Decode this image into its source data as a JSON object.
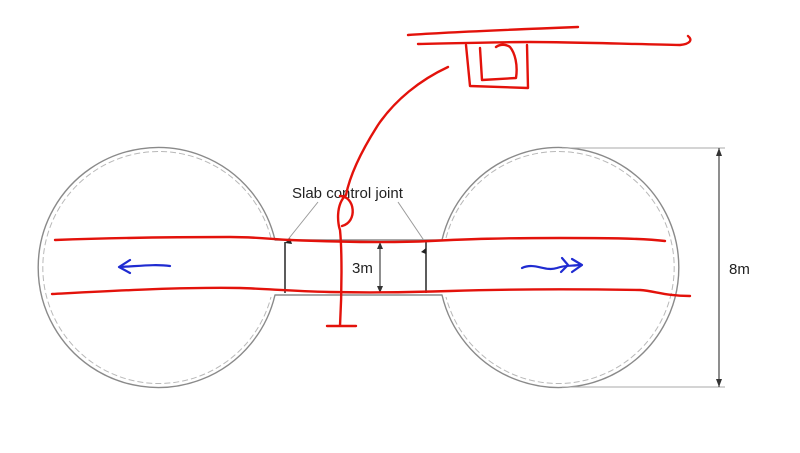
{
  "diagram": {
    "labels": {
      "slab_control_joint": "Slab control joint",
      "neck_width": "3m",
      "overall_height": "8m"
    },
    "colors": {
      "outline": "#8a8a8a",
      "dimension": "#333333",
      "markup_red": "#e3120b",
      "markup_blue": "#1f2bd1"
    },
    "icons": {
      "left_arrow": "blue-left-arrow-icon",
      "right_arrow": "blue-right-arrow-icon"
    }
  }
}
